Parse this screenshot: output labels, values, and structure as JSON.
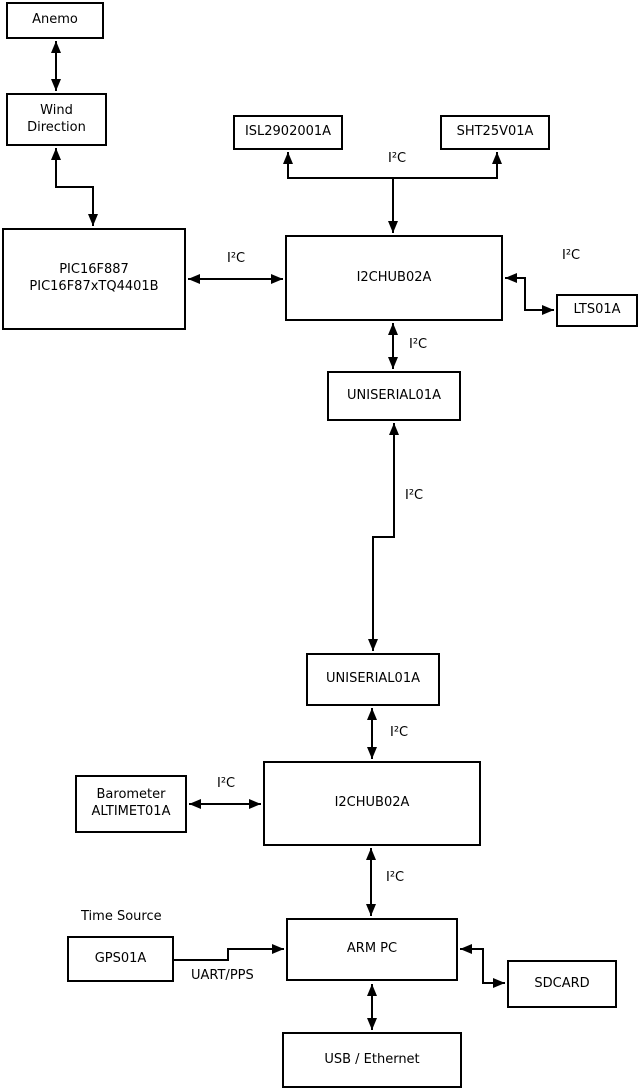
{
  "diagram": {
    "colors": {
      "background": "#ffffff",
      "line": "#000000",
      "text": "#000000"
    },
    "nodes": {
      "anemo": {
        "label": "Anemo"
      },
      "wind_direction": {
        "line1": "Wind",
        "line2": "Direction"
      },
      "pic": {
        "line1": "PIC16F887",
        "line2": "PIC16F87xTQ4401B"
      },
      "isl": {
        "label": "ISL2902001A"
      },
      "sht": {
        "label": "SHT25V01A"
      },
      "hub1": {
        "label": "I2CHUB02A"
      },
      "lts": {
        "label": "LTS01A"
      },
      "uniserial1": {
        "label": "UNISERIAL01A"
      },
      "uniserial2": {
        "label": "UNISERIAL01A"
      },
      "hub2": {
        "label": "I2CHUB02A"
      },
      "barometer": {
        "line1": "Barometer",
        "line2": "ALTIMET01A"
      },
      "gps": {
        "label": "GPS01A"
      },
      "armpc": {
        "label": "ARM PC"
      },
      "sdcard": {
        "label": "SDCARD"
      },
      "usb_ethernet": {
        "label": "USB / Ethernet"
      }
    },
    "edge_labels": {
      "sensors_bus": "I²C",
      "pic_hub1": "I²C",
      "hub1_lts": "I²C",
      "hub1_uniserial1": "I²C",
      "uniserial_link": "I²C",
      "uniserial2_hub2": "I²C",
      "barometer_hub2": "I²C",
      "hub2_armpc": "I²C",
      "time_source": "Time Source",
      "gps_armpc": "UART/PPS"
    }
  }
}
